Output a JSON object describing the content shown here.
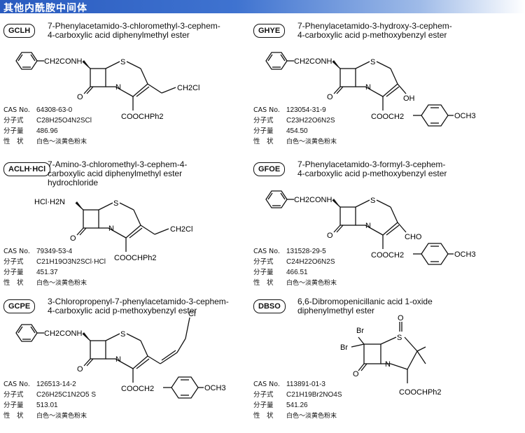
{
  "header": {
    "title": "其他内酰胺中间体"
  },
  "labels": {
    "cas": "CAS No.",
    "formula": "分子式",
    "weight": "分子量",
    "appearance": "性　状"
  },
  "compounds": [
    {
      "code": "GCLH",
      "name": "7-Phenylacetamido-3-chloromethyl-3-cephem-\n4-carboxylic acid diphenylmethyl ester",
      "cas": "64308-63-0",
      "formula": "C28H25O4N2SCl",
      "weight": "486.96",
      "appearance": "白色～淡黄色粉末",
      "struct": {
        "side": "CH2CONH",
        "r3": "CH2Cl",
        "ester": "COOCHPh2"
      }
    },
    {
      "code": "GHYE",
      "name": "7-Phenylacetamido-3-hydroxy-3-cephem-\n4-carboxylic acid p-methoxybenzyl ester",
      "cas": "123054-31-9",
      "formula": "C23H22O6N2S",
      "weight": "454.50",
      "appearance": "白色～淡黄色粉末",
      "struct": {
        "side": "CH2CONH",
        "r3": "OH",
        "ester": "COOCH2",
        "ester_ar": "OCH3"
      }
    },
    {
      "code": "ACLH·HCl",
      "name": "7-Amino-3-chloromethyl-3-cephem-4-\ncarboxylic acid diphenylmethyl ester\nhydrochloride",
      "cas": "79349-53-4",
      "formula": "C21H19O3N2SCl·HCl",
      "weight": "451.37",
      "appearance": "白色～淡黄色粉末",
      "struct": {
        "side": "HCl·H2N",
        "r3": "CH2Cl",
        "ester": "COOCHPh2"
      }
    },
    {
      "code": "GFOE",
      "name": "7-Phenylacetamido-3-formyl-3-cephem-\n4-carboxylic acid p-methoxybenzyl ester",
      "cas": "131528-29-5",
      "formula": "C24H22O6N2S",
      "weight": "466.51",
      "appearance": "白色～淡黄色粉末",
      "struct": {
        "side": "CH2CONH",
        "r3": "CHO",
        "ester": "COOCH2",
        "ester_ar": "OCH3"
      }
    },
    {
      "code": "GCPE",
      "name": "3-Chloropropenyl-7-phenylacetamido-3-cephem-\n4-carboxylic acid p-methoxybenzyl ester",
      "cas": "126513-14-2",
      "formula": "C26H25C1N2O5 S",
      "weight": "513.01",
      "appearance": "白色～淡黄色粉末",
      "struct": {
        "side": "CH2CONH",
        "r3": "Cl",
        "ester": "COOCH2",
        "ester_ar": "OCH3"
      }
    },
    {
      "code": "DBSO",
      "name": "6,6-Dibromopenicillanic acid 1-oxide\ndiphenylmethyl ester",
      "cas": "113891-01-3",
      "formula": "C21H19Br2NO4S",
      "weight": "541.26",
      "appearance": "白色～淡黄色粉末",
      "struct": {
        "br1": "Br",
        "br2": "Br",
        "oxide": "O",
        "ester": "COOCHPh2"
      }
    }
  ]
}
